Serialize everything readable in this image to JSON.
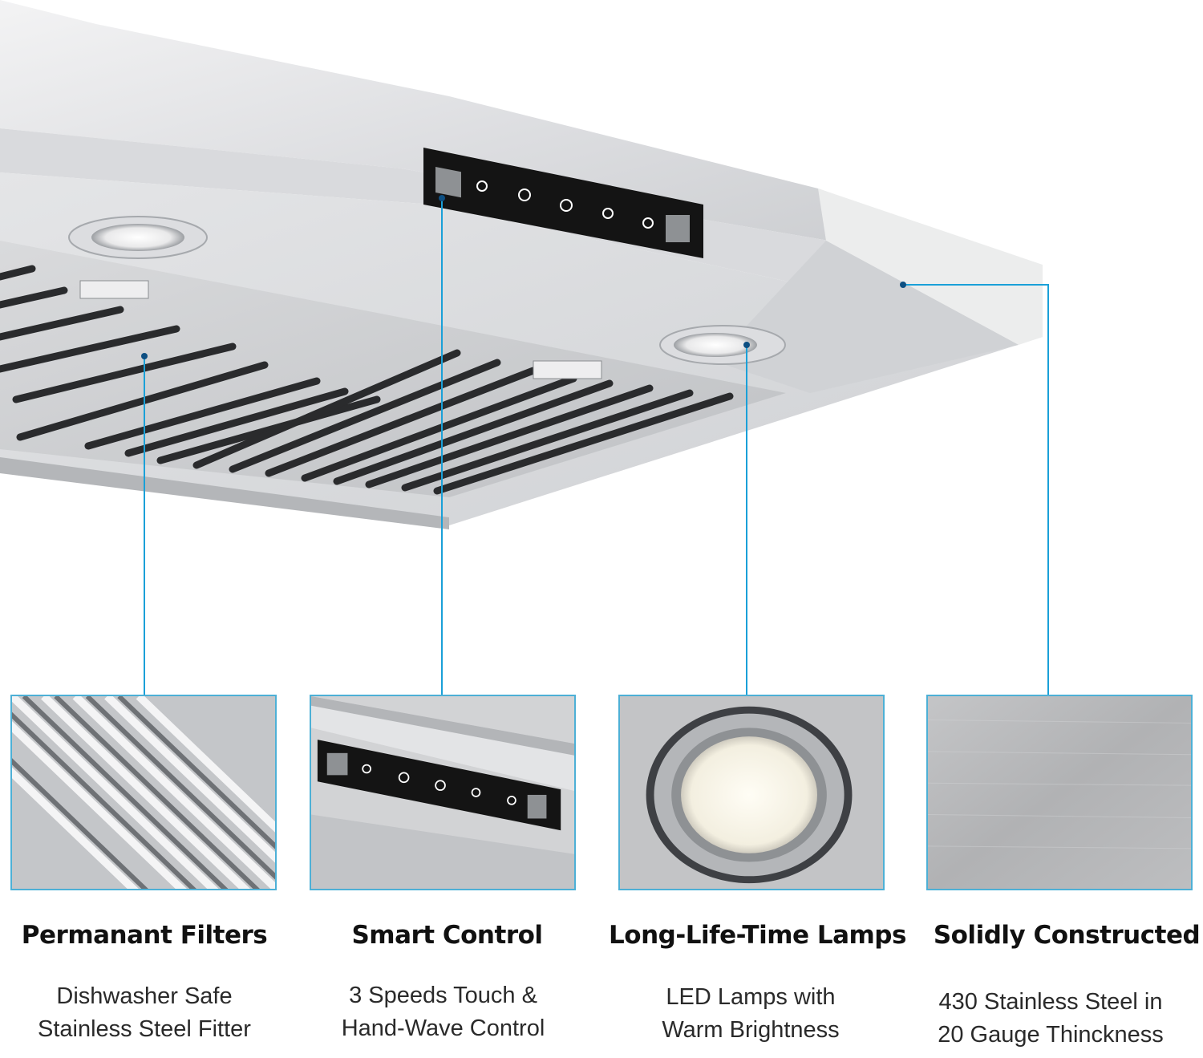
{
  "features": [
    {
      "title": "Permanant Filters",
      "line1": "Dishwasher Safe",
      "line2": "Stainless Steel Fitter"
    },
    {
      "title": "Smart Control",
      "line1": "3 Speeds Touch &",
      "line2": "Hand-Wave Control"
    },
    {
      "title": "Long-Life-Time Lamps",
      "line1": "LED Lamps with",
      "line2": "Warm Brightness"
    },
    {
      "title": "Solidly Constructed",
      "line1": "430 Stainless Steel in",
      "line2": "20 Gauge Thinckness"
    }
  ],
  "colors": {
    "callout_line": "#1aa0d8",
    "steel_light": "#e6e7e9",
    "steel_mid": "#c9cbce",
    "steel_dark": "#8e9194",
    "panel": "#141414"
  },
  "icons": [
    "fan-low-icon",
    "fan-medium-icon",
    "fan-high-icon",
    "light-bulb-icon",
    "power-icon"
  ]
}
